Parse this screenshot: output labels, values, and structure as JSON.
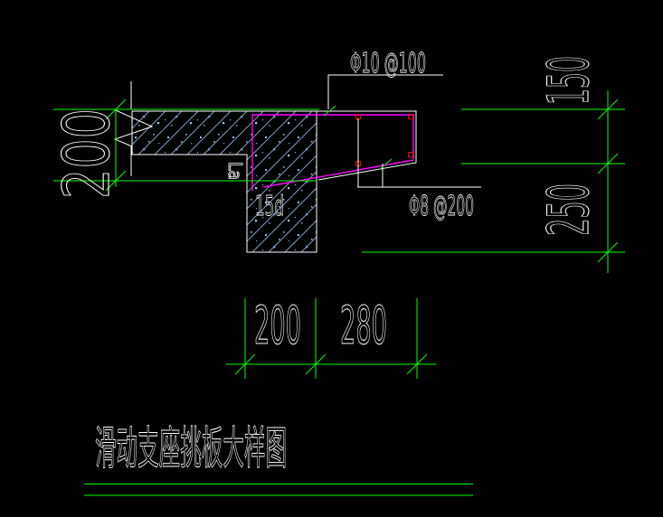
{
  "drawing": {
    "title": "滑动支座挑板大样图",
    "labels": {
      "top_rebar": "Φ10 @100",
      "bottom_rebar": "Φ8 @200",
      "hook_length": "15d",
      "anchorage": "La"
    },
    "dimensions": {
      "left_height": "200",
      "right_top": "150",
      "right_bottom": "250",
      "bottom_wall_width": "200",
      "bottom_cantilever_length": "280"
    },
    "colors": {
      "background": "#000000",
      "dimension_line": "#00ff00",
      "outline": "#ffffff",
      "rebar": "#ff00ff",
      "bar_section": "#ff0000",
      "concrete_hatch": "#7d9cc8"
    }
  }
}
